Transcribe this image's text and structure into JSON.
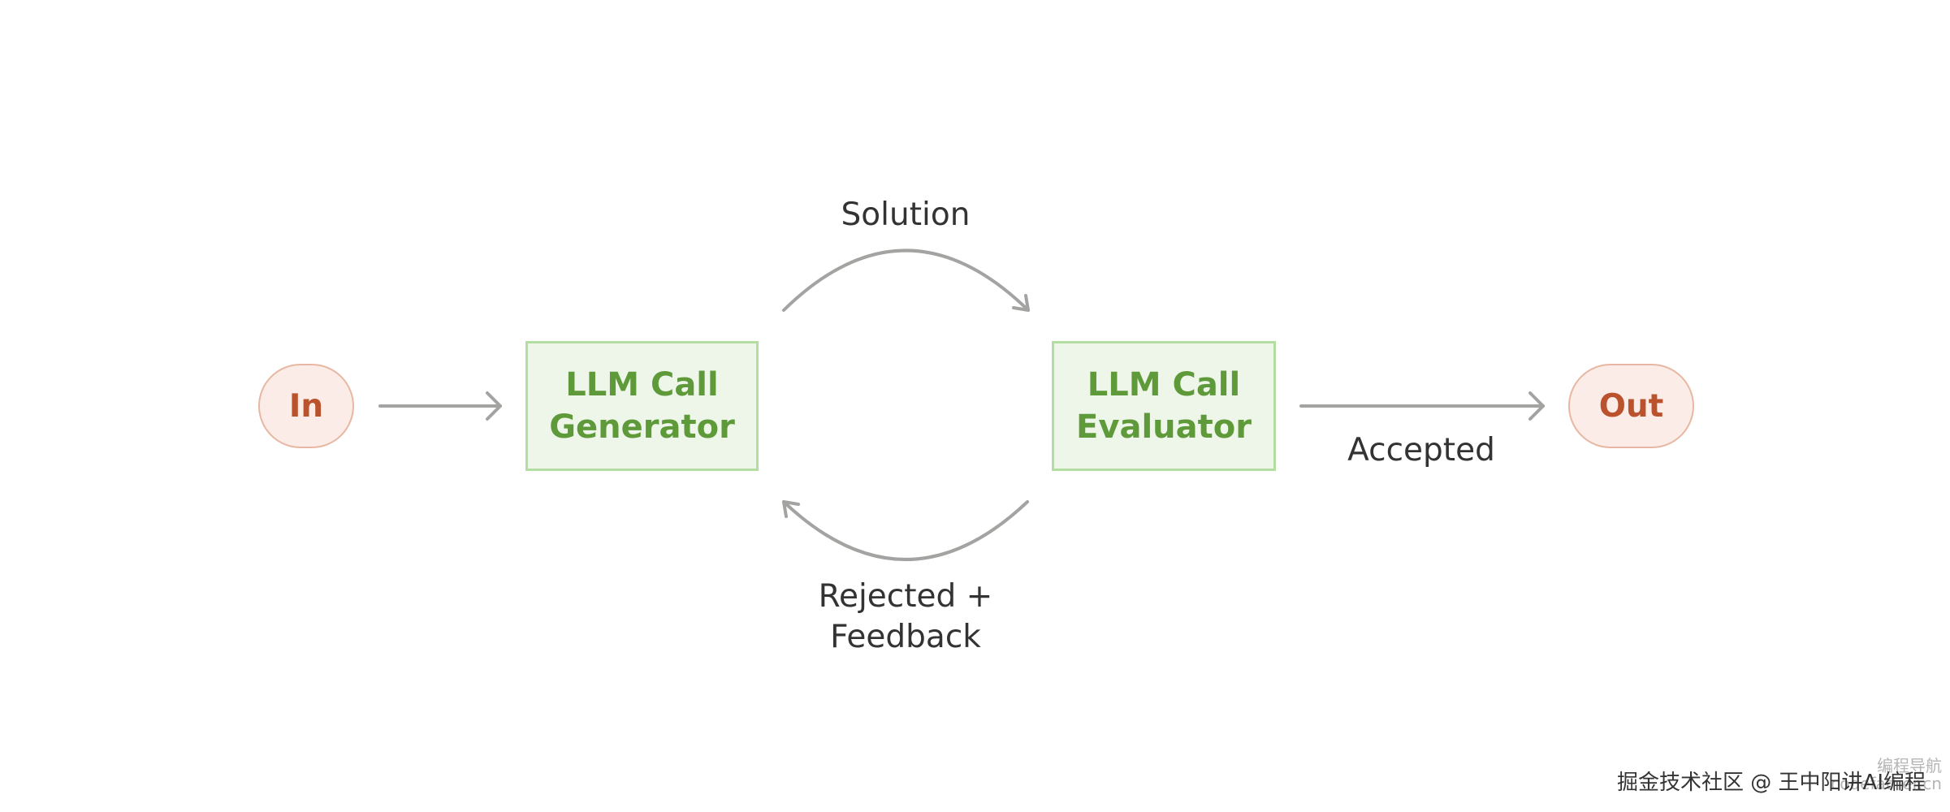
{
  "diagram": {
    "nodes": {
      "input": {
        "label": "In"
      },
      "generator": {
        "line1": "LLM Call",
        "line2": "Generator"
      },
      "evaluator": {
        "line1": "LLM Call",
        "line2": "Evaluator"
      },
      "output": {
        "label": "Out"
      }
    },
    "edges": {
      "solution": {
        "label": "Solution"
      },
      "feedback": {
        "line1": "Rejected +",
        "line2": "Feedback"
      },
      "accepted": {
        "label": "Accepted"
      }
    }
  },
  "watermark": {
    "main": "掘金技术社区 @ 王中阳讲AI编程",
    "faint_line1": "编程导航",
    "faint_line2": "codefather.cn"
  },
  "colors": {
    "terminal_fill": "#fbece7",
    "terminal_border": "#e8b7a3",
    "terminal_text": "#b9522d",
    "llm_fill": "#eef5e9",
    "llm_border": "#b4dea1",
    "llm_text": "#5f9a3a",
    "arrow": "#a3a3a1",
    "label_text": "#333333"
  }
}
